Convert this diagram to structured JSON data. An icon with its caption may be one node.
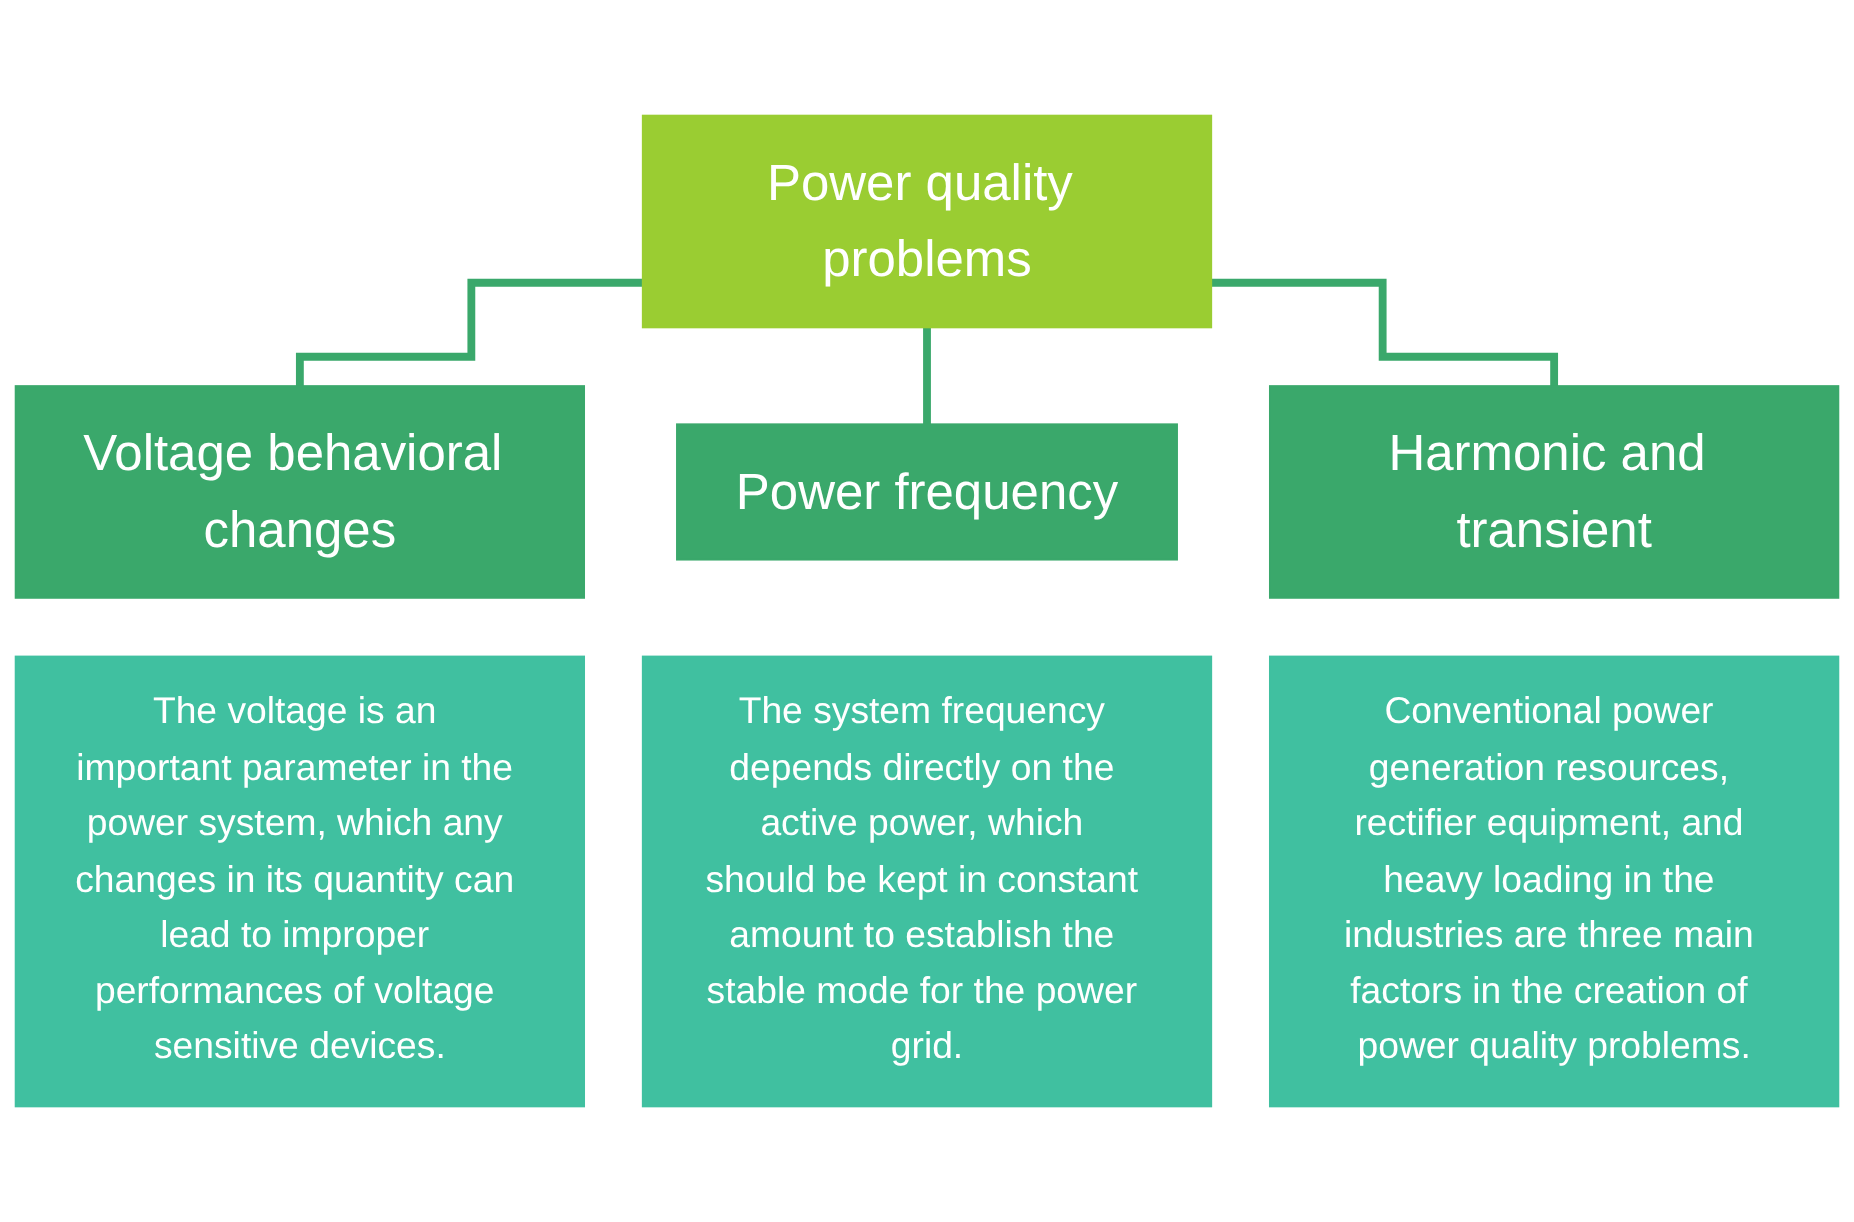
{
  "diagram": {
    "nodes": [
      {
        "text": [
          "Power quality problems"
        ]
      },
      {
        "text": [
          "Voltage behavioral changes"
        ]
      },
      {
        "text": [
          "Power frequency"
        ]
      },
      {
        "text": [
          "Harmonic and transient"
        ]
      },
      {
        "text": [
          "The voltage is an important parameter in the power system, which any changes in its quantity can lead to improper performances of voltage sensitive devices."
        ]
      },
      {
        "text": [
          "The system frequency depends directly on the active power, which should be kept in constant amount to establish the stable mode for the power grid."
        ]
      },
      {
        "text": [
          "Conventional power generation resources, rectifier equipment, and heavy loading in the industries are three main factors in the creation of power quality problems."
        ]
      }
    ],
    "edges": [
      {
        "from": 0,
        "to": 1,
        "arrow": "none"
      },
      {
        "from": 0,
        "to": 2,
        "arrow": "none"
      },
      {
        "from": 0,
        "to": 3,
        "arrow": "none"
      }
    ]
  }
}
